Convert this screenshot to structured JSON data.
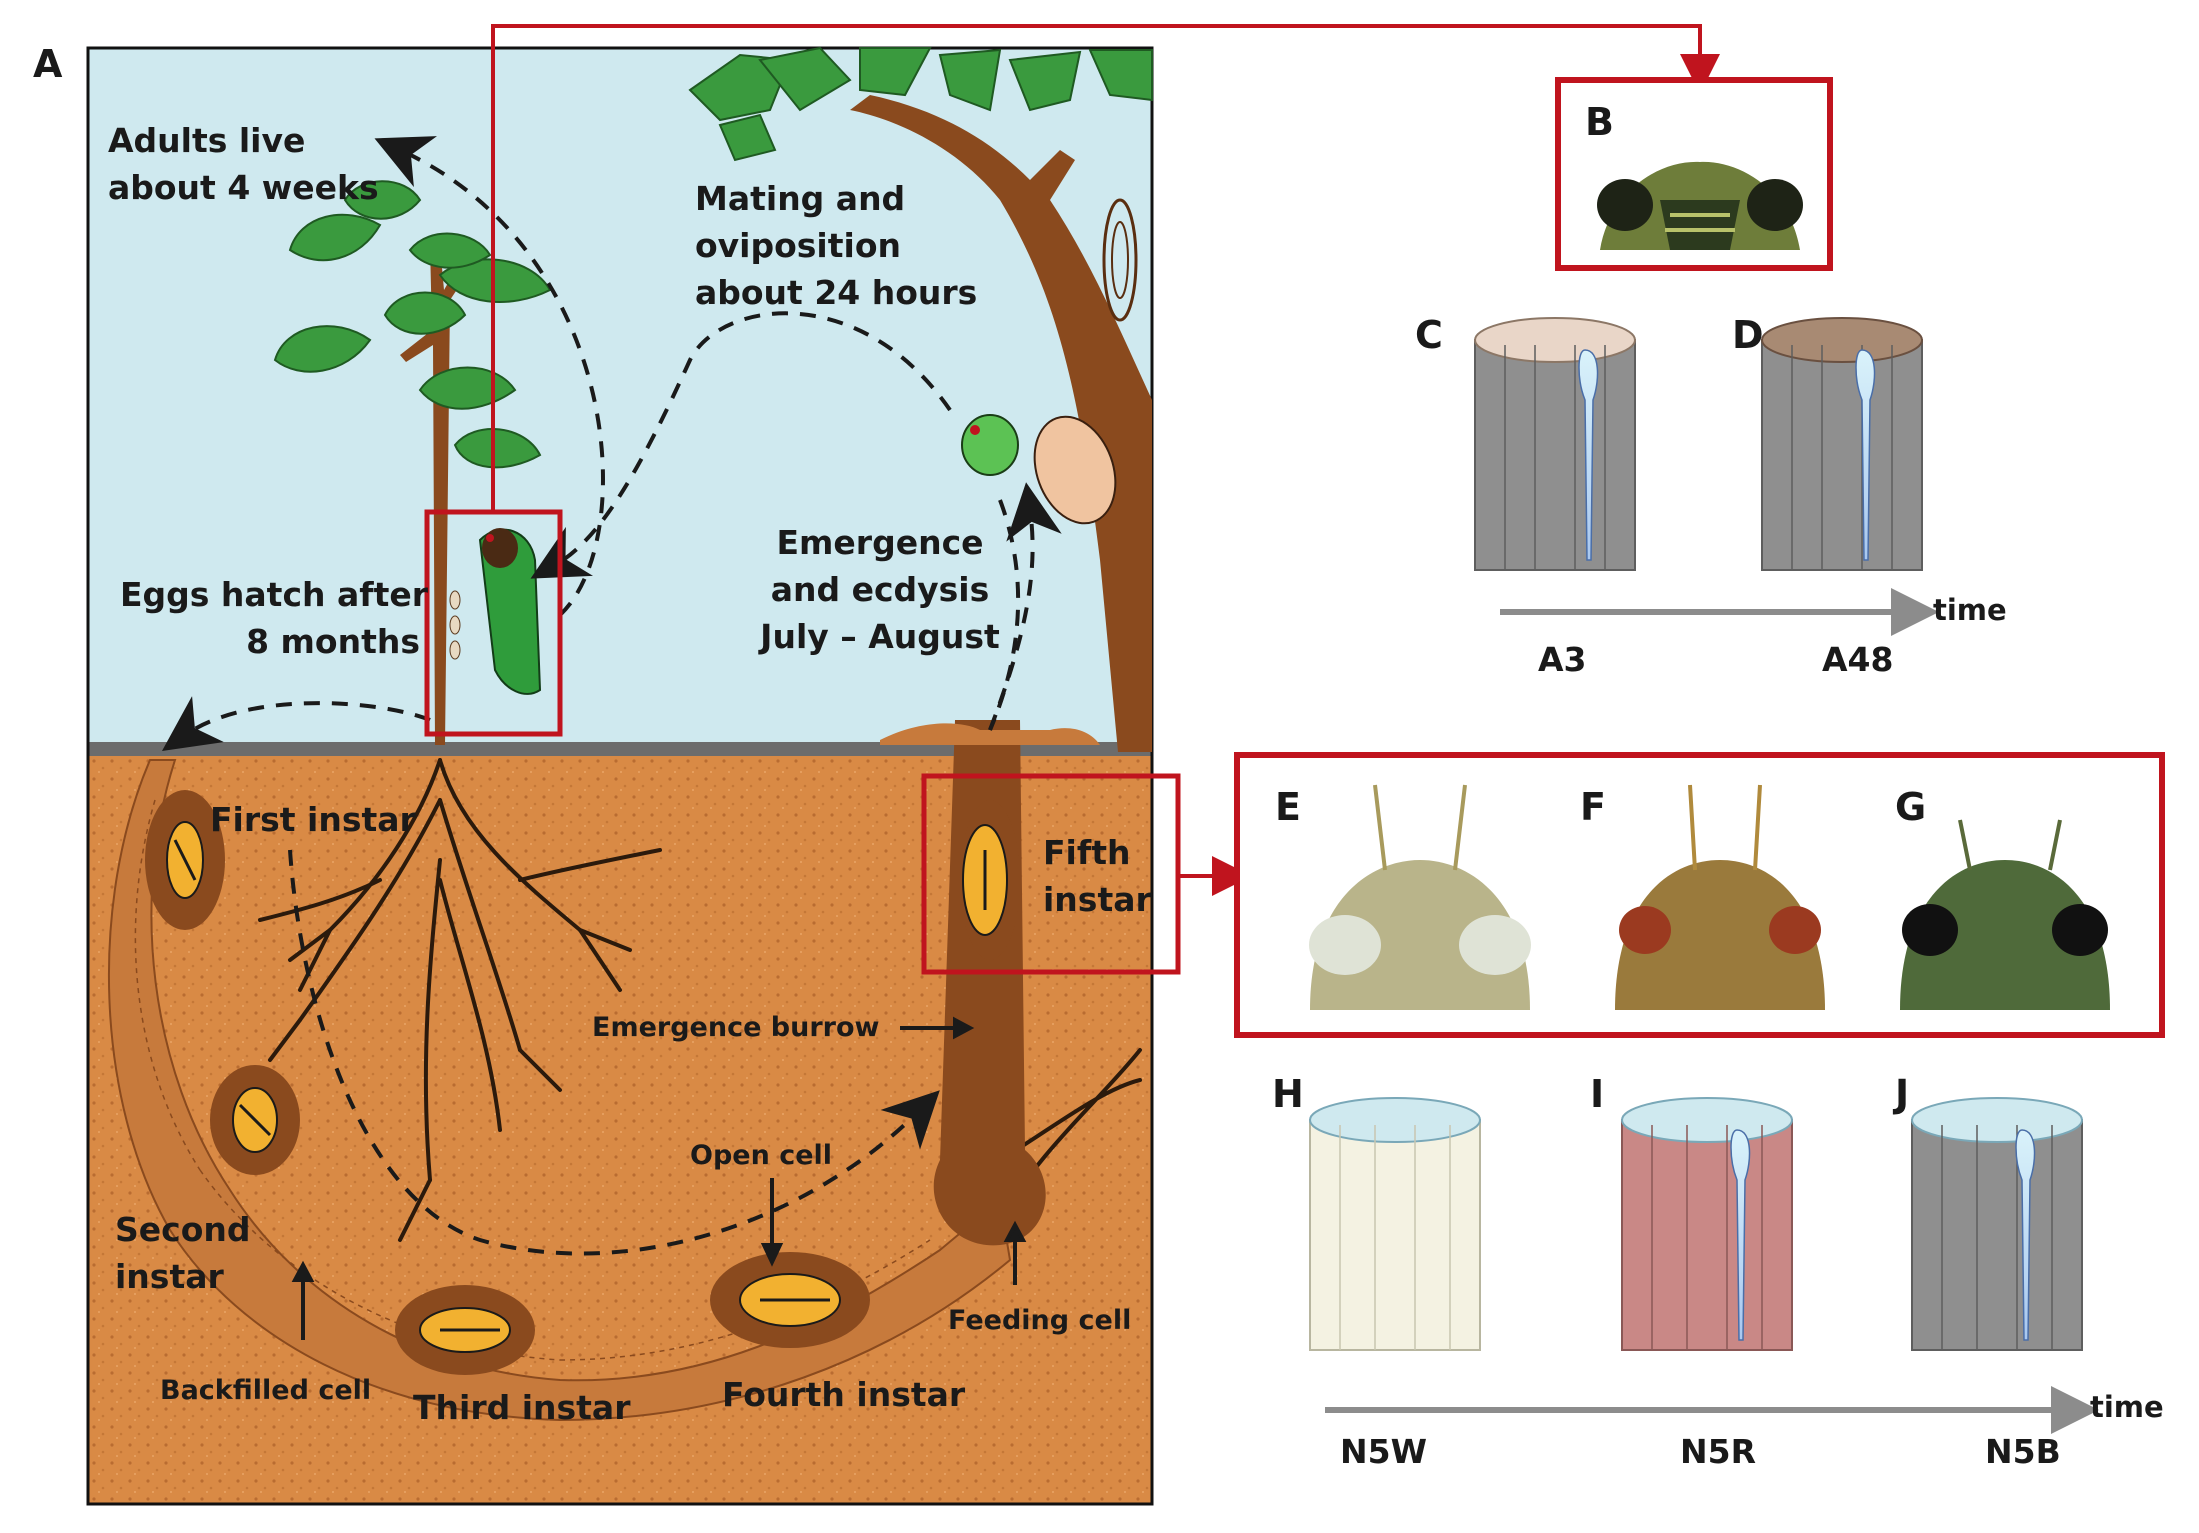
{
  "panels": {
    "A": "A",
    "B": "B",
    "C": "C",
    "D": "D",
    "E": "E",
    "F": "F",
    "G": "G",
    "H": "H",
    "I": "I",
    "J": "J"
  },
  "life_cycle": {
    "adults": [
      "Adults live",
      "about 4 weeks"
    ],
    "mating": [
      "Mating and",
      "oviposition",
      "about 24 hours"
    ],
    "eggs": [
      "Eggs hatch after",
      "8 months"
    ],
    "emergence": [
      "Emergence",
      "and ecdysis",
      "July – August"
    ],
    "first_instar": "First instar",
    "second_instar": [
      "Second",
      "instar"
    ],
    "third_instar": "Third instar",
    "fourth_instar": "Fourth instar",
    "fifth_instar": [
      "Fifth",
      "instar"
    ],
    "emergence_burrow": "Emergence burrow",
    "open_cell": "Open cell",
    "feeding_cell": "Feeding cell",
    "backfilled_cell": "Backfilled cell"
  },
  "adult_timeline": {
    "start": "A3",
    "end": "A48",
    "axis": "time"
  },
  "nymph_timeline": {
    "start": "N5W",
    "mid": "N5R",
    "end": "N5B",
    "axis": "time"
  },
  "colors": {
    "sky": "#cfe9ef",
    "soil": "#d98a45",
    "trunk": "#8a4a1e",
    "leaf": "#3a9a3e",
    "highlight": "#c0141e",
    "ommatidium_gray": "#8f8f8f",
    "ommatidium_red": "#c98886",
    "ommatidium_white": "#f4f2e2",
    "arrow_gray": "#8c8c8c"
  }
}
